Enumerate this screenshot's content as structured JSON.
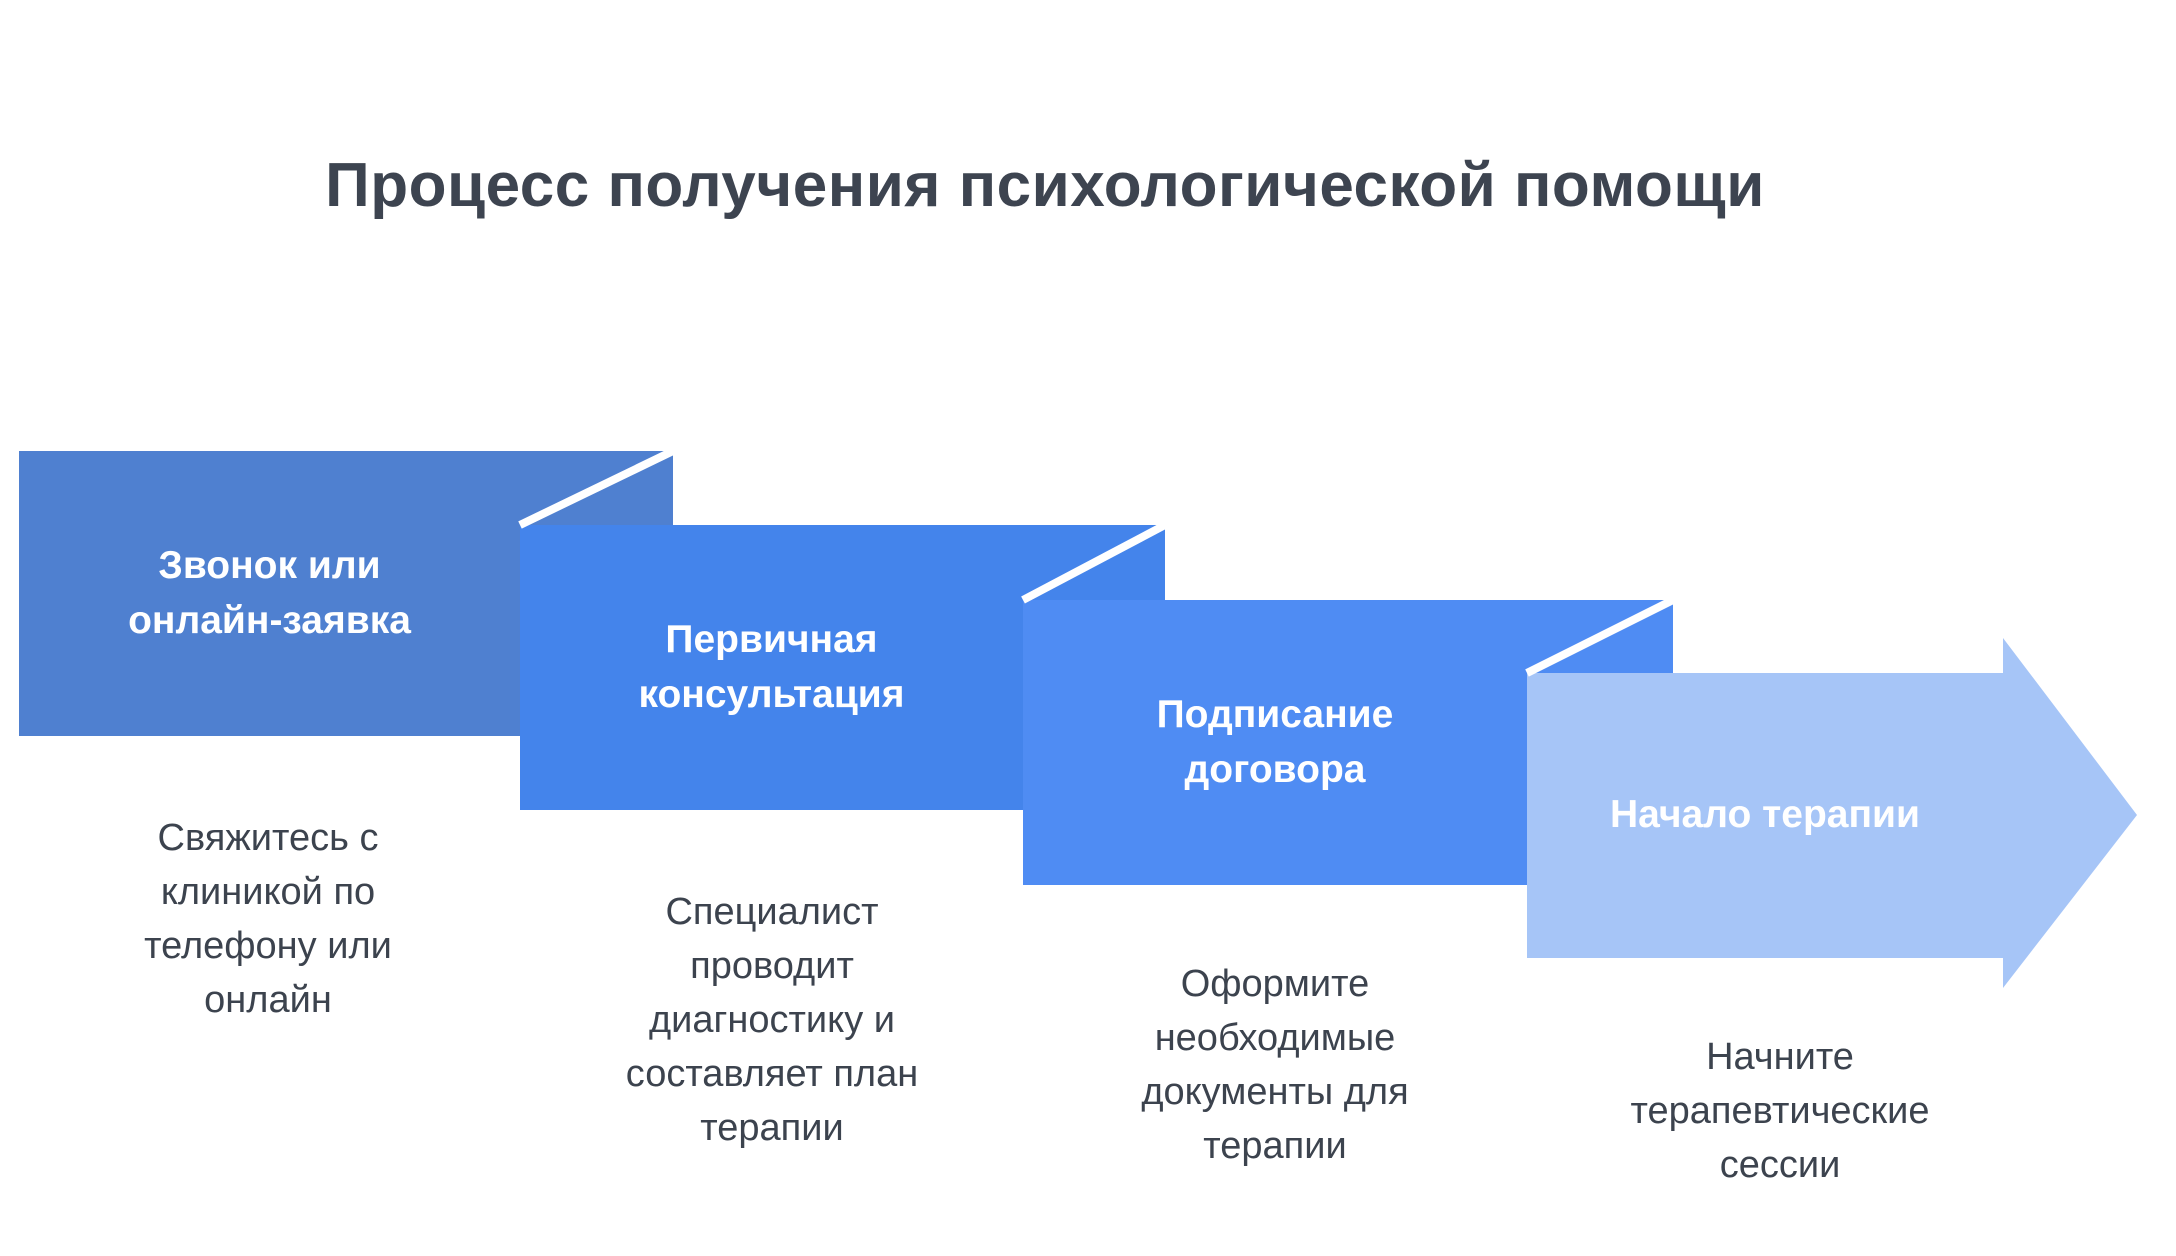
{
  "title": "Процесс получения психологической помощи",
  "colors": {
    "step1_fill": "#4f80d0",
    "step2_fill": "#4484eb",
    "step3_fill": "#4f8cf3",
    "step4_fill": "#a6c5f7",
    "separator": "#ffffff",
    "title_text": "#3d4450",
    "label_text": "#ffffff",
    "description_text": "#3c434e"
  },
  "steps": [
    {
      "label": "Звонок или\nонлайн-заявка",
      "description": "Свяжитесь с\nклиникой по\nтелефону или\nонлайн"
    },
    {
      "label": "Первичная\nконсультация",
      "description": "Специалист\nпроводит\nдиагностику и\nсоставляет план\nтерапии"
    },
    {
      "label": "Подписание\nдоговора",
      "description": "Оформите\nнеобходимые\nдокументы для\nтерапии"
    },
    {
      "label": "Начало терапии",
      "description": "Начните\nтерапевтические\nсессии"
    }
  ]
}
